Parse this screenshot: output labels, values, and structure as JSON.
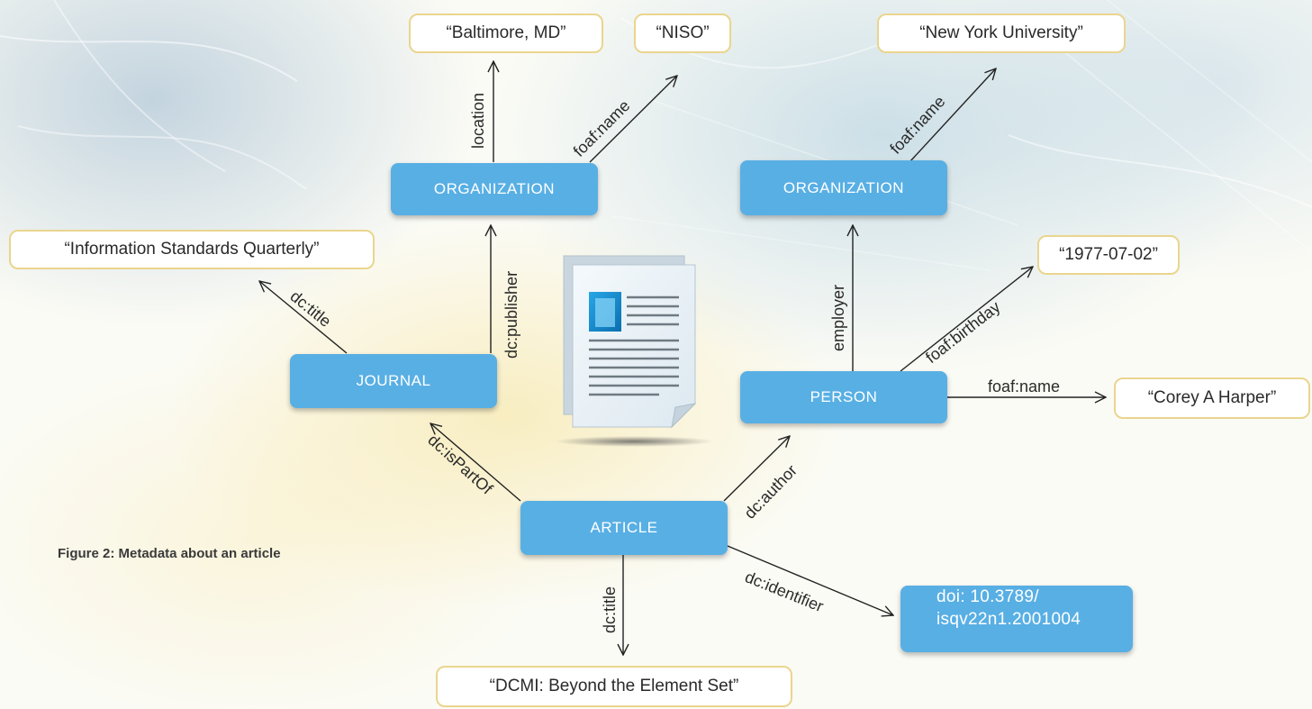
{
  "caption": "Figure 2: Metadata about an article",
  "nodes": {
    "org_niso": "ORGANIZATION",
    "org_nyu": "ORGANIZATION",
    "journal": "JOURNAL",
    "person": "PERSON",
    "article": "ARTICLE"
  },
  "literals": {
    "baltimore": "“Baltimore, MD”",
    "niso": "“NISO”",
    "nyu": "“New York University”",
    "isq": "“Information Standards Quarterly”",
    "birthday": "“1977-07-02”",
    "corey": "“Corey A Harper”",
    "dcmi": "“DCMI: Beyond the Element Set”",
    "doi_line1": "doi: 10.3789/",
    "doi_line2": "isqv22n1.2001004"
  },
  "edges": {
    "location": "location",
    "org1_name": "foaf:name",
    "org2_name": "foaf:name",
    "journal_title": "dc:title",
    "publisher": "dc:publisher",
    "employer": "employer",
    "birthday": "foaf:birthday",
    "person_name": "foaf:name",
    "is_part_of": "dc:isPartOf",
    "author": "dc:author",
    "article_title": "dc:title",
    "identifier": "dc:identifier"
  },
  "colors": {
    "entity_fill": "#58afe4",
    "literal_border": "#ead58e",
    "edge": "#222222"
  },
  "icons": [
    "document-icon"
  ]
}
